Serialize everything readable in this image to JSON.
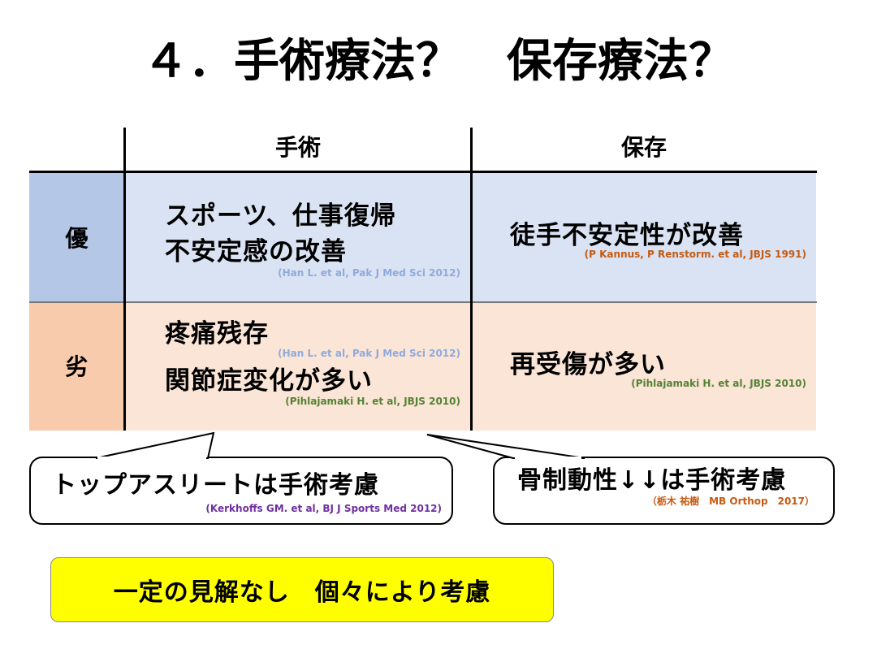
{
  "title": "４．手術療法？　保存療法？",
  "table": {
    "headers": [
      "手術",
      "保存"
    ],
    "rows": [
      {
        "label": "優",
        "surgery": {
          "lines": [
            "スポーツ、仕事復帰",
            "不安定感の改善"
          ],
          "cite": "(Han L. et al, Pak J Med Sci 2012)"
        },
        "conservative": {
          "text": "徒手不安定性が改善",
          "cite": "(P Kannus, P Renstorm. et al, JBJS 1991)"
        }
      },
      {
        "label": "劣",
        "surgery": {
          "line1": "疼痛残存",
          "cite1": "(Han L. et al, Pak J Med Sci 2012)",
          "line2": "関節症変化が多い",
          "cite2": "(Pihlajamaki H. et al, JBJS 2010)"
        },
        "conservative": {
          "text": "再受傷が多い",
          "cite": "(Pihlajamaki H. et al, JBJS 2010)"
        }
      }
    ]
  },
  "callouts": [
    {
      "text": "トップアスリートは手術考慮",
      "cite": "(Kerkhoffs GM. et al, BJ J Sports Med 2012)"
    },
    {
      "text": "骨制動性↓↓は手術考慮",
      "cite": "（栃木 祐樹　MB Orthop　2017）"
    }
  ],
  "conclusion": "一定の見解なし　個々により考慮",
  "colors": {
    "row1": "#dae3f3",
    "row1_label": "#b4c7e7",
    "row2": "#fbe5d6",
    "row2_label": "#f8cbad",
    "cite_blue": "#8faadc",
    "cite_orange": "#c55a11",
    "cite_green": "#548235",
    "cite_purple": "#7030a0",
    "highlight": "#ffff00"
  }
}
